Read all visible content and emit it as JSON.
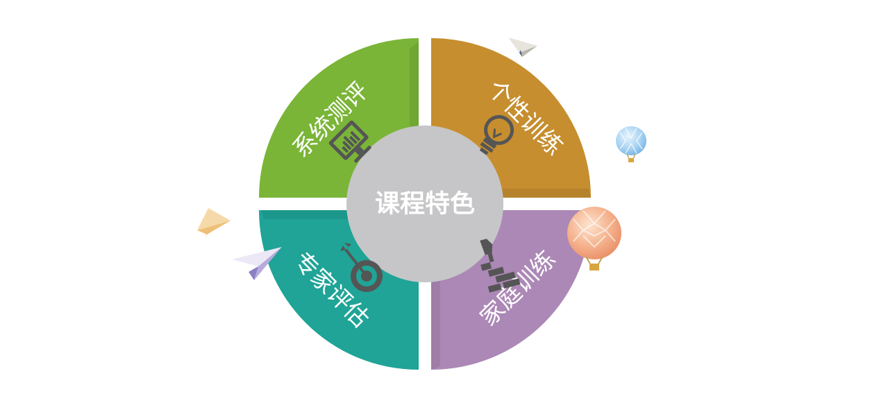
{
  "center": {
    "title": "课程特色",
    "color": "#c6c6c8"
  },
  "quadrants": [
    {
      "id": "top-left",
      "label": "系统测评",
      "color": "#7ab537",
      "icon": "computer-monitor-icon"
    },
    {
      "id": "top-right",
      "label": "个性训练",
      "color": "#c68e2f",
      "icon": "light-bulb-icon"
    },
    {
      "id": "bottom-left",
      "label": "专家评估",
      "color": "#1fa497",
      "icon": "target-dart-icon"
    },
    {
      "id": "bottom-right",
      "label": "家庭训练",
      "color": "#ac88b6",
      "icon": "hand-building-blocks-icon"
    }
  ],
  "decorations": [
    {
      "name": "paper-plane-icon"
    },
    {
      "name": "hot-air-balloon-icon"
    }
  ]
}
